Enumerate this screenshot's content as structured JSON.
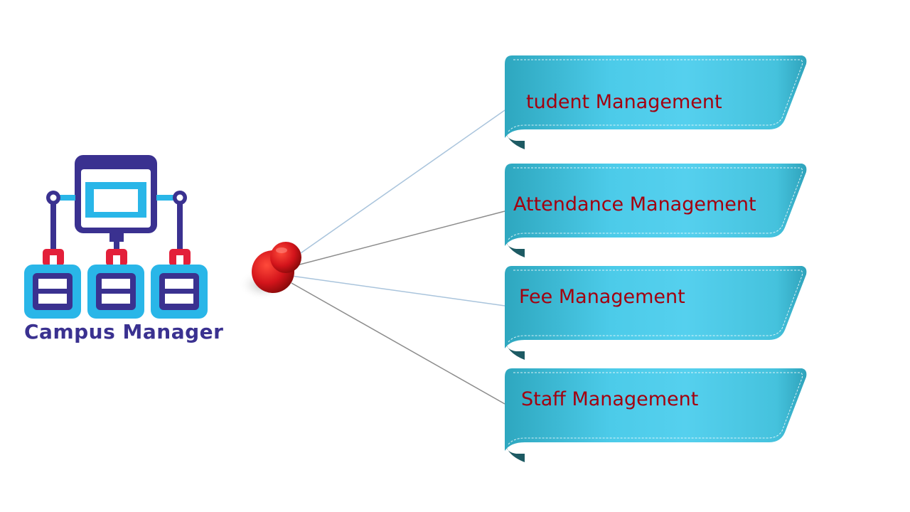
{
  "logo": {
    "title": "Campus Manager",
    "icon": "network-hierarchy-icon",
    "colors": {
      "dark": "#3a3190",
      "light": "#29b6e8",
      "accent": "#e3203a"
    }
  },
  "pin": {
    "icon": "push-pin-icon",
    "color": "#d3141b"
  },
  "modules": [
    {
      "label": "tudent Management"
    },
    {
      "label": "Attendance Management"
    },
    {
      "label": "Fee Management"
    },
    {
      "label": "Staff Management"
    }
  ],
  "ribbon_colors": {
    "base": "#3bbfd8",
    "highlight": "#55d0ee",
    "fold": "#1d5a63",
    "text": "#a3000f"
  }
}
